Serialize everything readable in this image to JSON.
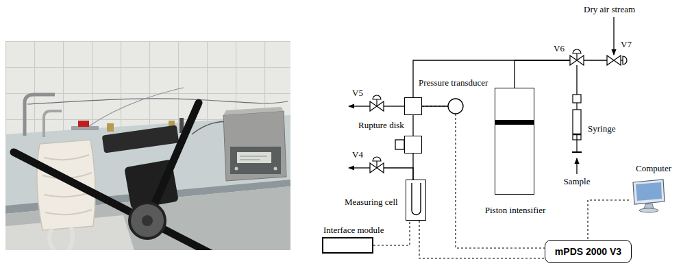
{
  "diagram": {
    "nodes": [
      {
        "text": [
          "V6"
        ]
      },
      {
        "text": [
          "V7"
        ]
      },
      {
        "text": [
          "Pressure transducer"
        ]
      },
      {
        "text": [
          "V5"
        ]
      },
      {
        "text": [
          "Piston intensifier"
        ]
      },
      {
        "text": [
          "Syringe"
        ]
      },
      {
        "text": [
          "Rupture disk"
        ]
      },
      {
        "text": [
          "V4"
        ]
      },
      {
        "text": [
          "Measuring cell"
        ]
      },
      {
        "text": [
          "Computer"
        ]
      },
      {
        "text": [
          "Interface module"
        ]
      },
      {
        "text": [
          "mPDS 2000 V3"
        ]
      }
    ],
    "edges": [
      {
        "from": 2,
        "to": 0,
        "arrow": "none"
      },
      {
        "from": 0,
        "to": 1,
        "arrow": "none"
      },
      {
        "from": 4,
        "to": 0,
        "arrow": "none"
      },
      {
        "from": 0,
        "to": 5,
        "arrow": "none"
      },
      {
        "from": 3,
        "to": 2,
        "arrow": "none"
      },
      {
        "from": 2,
        "to": 6,
        "arrow": "none"
      },
      {
        "from": 6,
        "to": 8,
        "arrow": "none"
      },
      {
        "from": 7,
        "to": 8,
        "arrow": "none"
      },
      {
        "from": 2,
        "to": 11,
        "arrow": "none"
      },
      {
        "from": 8,
        "to": 11,
        "arrow": "none"
      },
      {
        "from": 10,
        "to": 8,
        "arrow": "none"
      },
      {
        "from": 9,
        "to": 11,
        "arrow": "none"
      }
    ],
    "labels": [
      "Dry air stream",
      "Sample"
    ]
  }
}
